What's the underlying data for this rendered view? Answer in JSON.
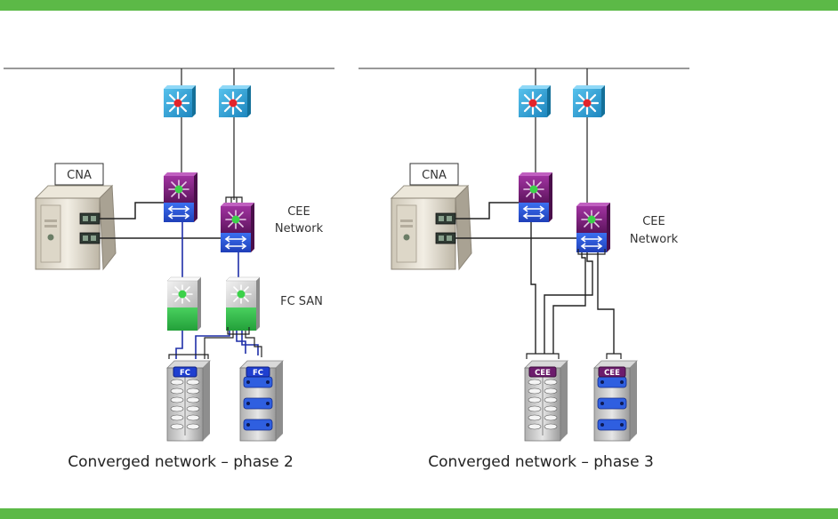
{
  "diagram": {
    "phase2": {
      "cna_label": "CNA",
      "cee_label_1": "CEE",
      "cee_label_2": "Network",
      "fcsan_label": "FC SAN",
      "array1_tag": "FC",
      "array2_tag": "FC",
      "caption": "Converged network – phase 2"
    },
    "phase3": {
      "cna_label": "CNA",
      "cee_label_1": "CEE",
      "cee_label_2": "Network",
      "array1_tag": "CEE",
      "array2_tag": "CEE",
      "caption": "Converged network – phase 3"
    }
  },
  "colors": {
    "band": "#5cb947",
    "lan_switch": "#3aa6d8",
    "cee_switch": "#7a1f7a",
    "fc_switch_base": "#35b04a",
    "blue_link": "#1f2fa8",
    "fc_tag": "#1f3fd0",
    "cee_tag": "#6d1c6d"
  },
  "icons": [
    "server-icon",
    "lan-switch-icon",
    "cee-switch-icon",
    "fc-switch-icon",
    "storage-array-icon"
  ]
}
